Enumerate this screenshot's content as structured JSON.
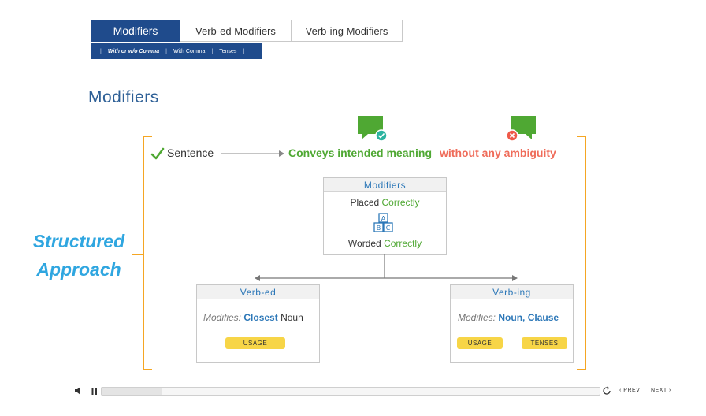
{
  "tabs": [
    {
      "label": "Modifiers",
      "active": true,
      "width": 114
    },
    {
      "label": "Verb-ed Modifiers",
      "active": false,
      "width": 142
    },
    {
      "label": "Verb-ing Modifiers",
      "active": false,
      "width": 142
    }
  ],
  "subtabs": [
    {
      "label": "With or w/o Comma",
      "active": true
    },
    {
      "label": "With Comma",
      "active": false
    },
    {
      "label": "Tenses",
      "active": false
    }
  ],
  "page_title": "Modifiers",
  "side_label": {
    "line1": "Structured",
    "line2": "Approach"
  },
  "top_row": {
    "sentence": "Sentence",
    "conveys": "Conveys intended meaning",
    "ambiguity": "without any ambiguity"
  },
  "modifiers_box": {
    "title": "Modifiers",
    "placed": "Placed",
    "worded": "Worded",
    "correctly": "Correctly",
    "abc_icon": "abc-blocks-icon"
  },
  "verb_ed_box": {
    "title": "Verb-ed",
    "modifies_label": "Modifies:",
    "highlight": "Closest",
    "rest": "Noun",
    "button": "USAGE"
  },
  "verb_ing_box": {
    "title": "Verb-ing",
    "modifies_label": "Modifies:",
    "highlight": "Noun, Clause",
    "button1": "USAGE",
    "button2": "TENSES"
  },
  "player": {
    "progress": 0.12,
    "prev_label": "PREV",
    "next_label": "NEXT",
    "prev_arrow": "‹",
    "next_arrow": "›"
  },
  "colors": {
    "brand_blue": "#1f4b8c",
    "accent_orange": "#f5a623",
    "green": "#4fa833",
    "red": "#ef6c5a",
    "light_blue": "#2fa6e0",
    "pill_yellow": "#f7d547"
  }
}
